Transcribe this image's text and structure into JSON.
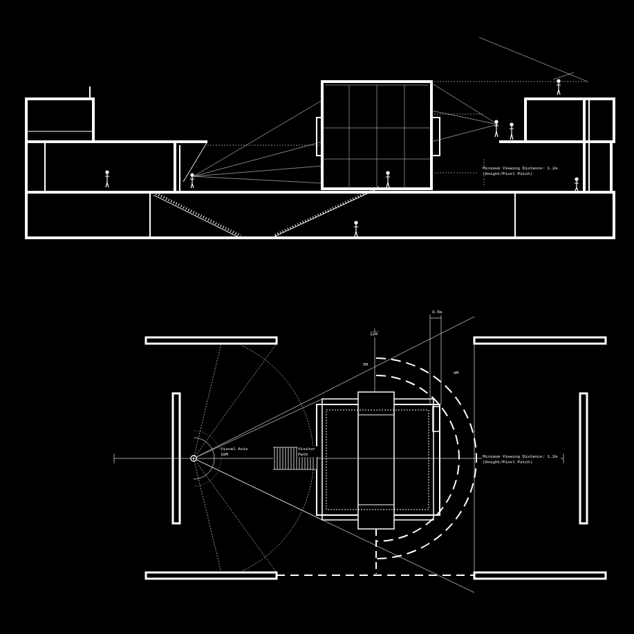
{
  "diagram": {
    "labels": [
      "Minimum Viewing Distance: 1.2m (Height/Pixel Pitch)",
      "0.5m",
      "12M",
      "5M",
      "8M",
      "Visual Axis 10M",
      "Visitor Path",
      "Minimum Viewing Distance: 1.2m (Height/Pixel Pitch)"
    ]
  }
}
